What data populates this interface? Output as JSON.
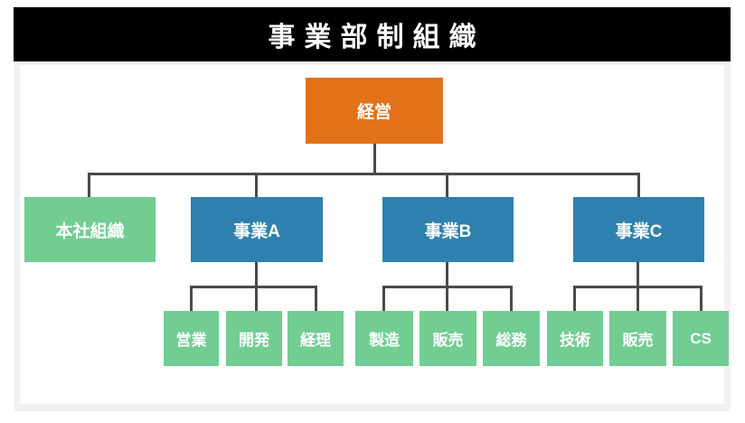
{
  "title": "事業部制組織",
  "colors": {
    "header_bg": "#000000",
    "frame_bg": "#f1f1f4",
    "panel_bg": "#ffffff",
    "accent_orange": "#e2711a",
    "accent_blue": "#2e81af",
    "accent_green": "#72cd92",
    "line": "#4a4a4a"
  },
  "org": {
    "root": {
      "label": "経営"
    },
    "headquarters": {
      "label": "本社組織"
    },
    "divisions": [
      {
        "label": "事業A",
        "children": [
          {
            "label": "営業"
          },
          {
            "label": "開発"
          },
          {
            "label": "経理"
          }
        ]
      },
      {
        "label": "事業B",
        "children": [
          {
            "label": "製造"
          },
          {
            "label": "販売"
          },
          {
            "label": "総務"
          }
        ]
      },
      {
        "label": "事業C",
        "children": [
          {
            "label": "技術"
          },
          {
            "label": "販売"
          },
          {
            "label": "CS"
          }
        ]
      }
    ]
  }
}
